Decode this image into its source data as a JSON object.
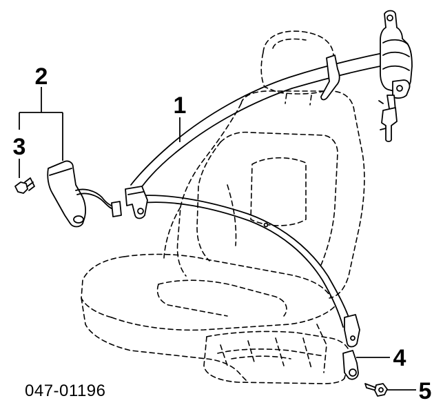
{
  "callouts": {
    "c1": "1",
    "c2": "2",
    "c3": "3",
    "c4": "4",
    "c5": "5"
  },
  "diagram_code": "047-01196"
}
